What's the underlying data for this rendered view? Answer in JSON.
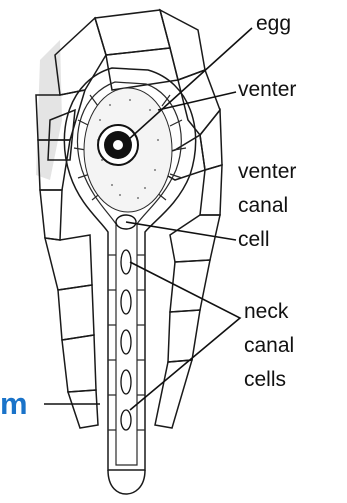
{
  "diagram": {
    "labels": {
      "egg": "egg",
      "venter": "venter",
      "venter_canal_cell": [
        "venter",
        "canal",
        "cell"
      ],
      "neck_canal_cells": [
        "neck",
        "canal",
        "cells"
      ],
      "left_edge_fragment": "m"
    },
    "colors": {
      "line": "#1a1a1a",
      "left_fragment": "#1a73c9",
      "shading": "#cfcfcf"
    }
  }
}
